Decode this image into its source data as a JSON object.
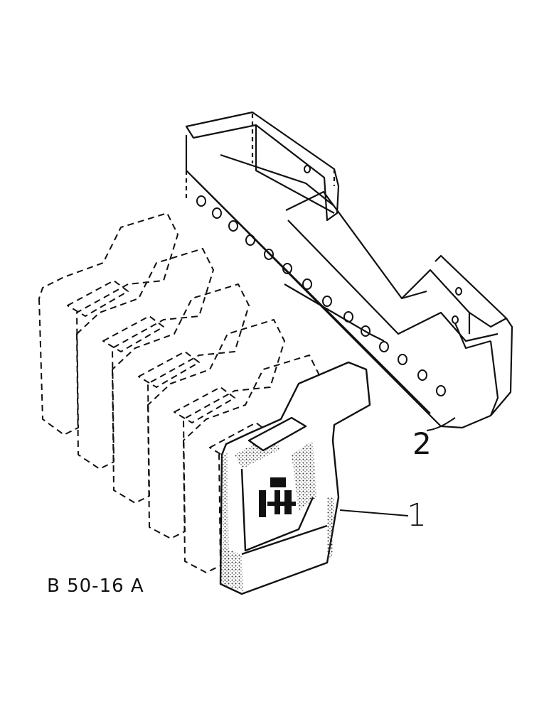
{
  "figure": {
    "code": "B 50-16 A",
    "callouts": [
      {
        "id": "1",
        "part": "suitcase-weight"
      },
      {
        "id": "2",
        "part": "weight-bracket"
      }
    ],
    "colors": {
      "ink": "#111111",
      "paper": "#ffffff",
      "stipple": "#555555"
    }
  }
}
